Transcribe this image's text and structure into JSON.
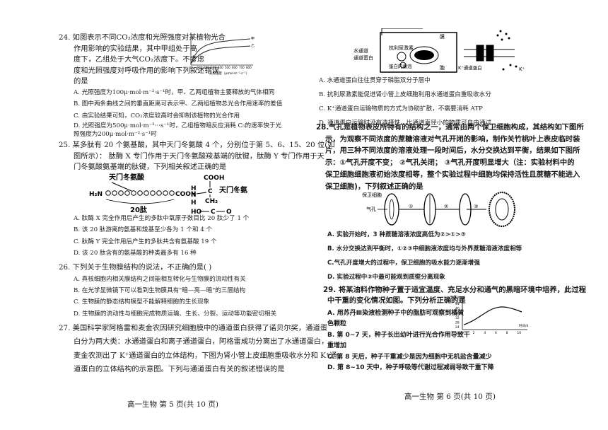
{
  "left": {
    "q24": {
      "lines": [
        "24.  如图表示不同CO₂浓度和光照强度对某植物光合",
        "作用影响的实验结果，其中甲组处于高",
        "度下，乙组处于大气CO₂浓度下。不考虑",
        "度和光照强度对呼吸作用的影响下列叙述错误",
        "的是"
      ],
      "options": [
        "A.  光照强度为100μ·mol·m⁻²·s⁻¹时，甲、乙两组植物主要释放的气体相同",
        "B.  图中两条曲线之间的垂直距离可表示甲、乙两组植物总光合作用速率的差值",
        "C.  由实验结果可知，CO₂浓度较高时会抑制该植物的光合作用",
        "D.  光照强度为500μ·mol·m⁻²···s⁻¹时，乙组植物暗反应消耗 C₅的速率快于光照强度为200μ·mol·m⁻²·s⁻¹时"
      ],
      "graph": {
        "xlabel": "光照强度（μmol·m⁻²·s⁻¹）",
        "ticks": [
          "0",
          "100",
          "200",
          "300",
          "400",
          "500",
          "600",
          "700",
          "800"
        ],
        "curve_labels": [
          "甲",
          "乙"
        ]
      }
    },
    "q25": {
      "lines": [
        "25.  某多肽有 20 个氨基酸，其中天门冬氨酸 4 个，分别位于第 5、6、15、20 位(如",
        "图所示）：  肽酶 X 专门作用于天门冬氨酸羧基端的肽键，肽酶  Y  专门作用于天",
        "门冬氨酸氨基端的肽键，下列相关叙述正确的是"
      ],
      "figure": {
        "peptide_label": "20肽",
        "aa_label_left": "天门冬氨酸",
        "aa_label_right": "天门冬氨酸",
        "n_term": "H₂N",
        "c_term": "COOH",
        "struct": [
          "COOH",
          "H",
          "C",
          "N",
          "H",
          "CH₂",
          "HO",
          "C",
          "O"
        ]
      },
      "options": [
        "A.  肽酶 X 完全作用后产生的多肽中氧原子数目比 20 肽少了 1 个",
        "B.  该 20 肽游离的氨基和羧基至少各为 1 个和 4 个",
        "C.  肽酶 Y 完全作用后产生的多肽共含有氨基酸 19 个",
        "D.  该 20 肽含有的氨基酸的种类最多有  16 种"
      ]
    },
    "q26": {
      "lines": [
        "26.  下列关于生物膜结构的说法，不正确的是(  )"
      ],
      "options": [
        "A.  真核细胞内相关膜结构之间能相互转化与生物膜的流动性有关",
        "B.  在光学显微镜下可以看到生物膜具有\"暗—亮—暗\"的三层结构",
        "C.  生物膜的静态结构模型不能解释细胞的生长现象",
        "D.  生物膜的流动性与细胞完成物质运输、生长、分裂、运动等功能密切相关"
      ]
    },
    "q27": {
      "lines": [
        "27.   美国科学家阿格雷和麦金农因研究细胞膜中的通道蛋白获得了诺贝尔奖，通道蛋",
        "白分为两大类：水通道蛋白和离子通道蛋白，阿格雷成功分离出了水通道蛋白，",
        "麦金农测出了 K⁺通道蛋白的立体结构，下图为肾小管上皮细胞重吸收水分和 K⁺通",
        "道蛋白的立体结构的示意图。下列与通道蛋白有关的叙述错误的是"
      ]
    },
    "footer": "高一生物  第 5 页(共 10 页)"
  },
  "right": {
    "q27_figure": {
      "labels": [
        "水通道",
        "抗利尿激素",
        "蛋白的囊泡",
        "通道蛋白",
        "K⁺通道蛋白",
        "K⁺",
        "膜",
        "胞"
      ]
    },
    "q27_options": [
      "A.  水通道蛋白往往贯穿于磷脂双分子层中",
      "B.  抗利尿激素能促进肾小管上皮细胞利用水通道蛋白重吸收水分",
      "C.  K⁺通道蛋白运输物质的方式为协助扩散，不需要消耗 ATP",
      "D.  通道蛋白运输时没有选择性，比通道直径小的物质可自由通过"
    ],
    "q28": {
      "lines": [
        "28.气孔是植物表皮所特有的结构之一，通常由两个保卫细胞构成，其结构如下图所",
        "示，为观察不同浓度的蔗糖溶液对气孔开闭的影响，制作关竹桃叶上表皮临时装",
        "片，用三种不同浓度的溶液处理一段时间后，水分交换达到平衡，结果如下图所",
        "示：①气孔开度不变；  ②气孔关闭；  ③气孔开度明显增大（注：实验材料中的",
        "保卫细胞细胞液初始浓度相等，整个实验过程中细胞均保持活性且蔗糖不能进入",
        "保卫细胞)，下列叙述正确的是"
      ],
      "figure": {
        "label_guard": "保卫细胞",
        "label_pore": "气孔",
        "nums": [
          "①",
          "②",
          "③"
        ]
      },
      "options": [
        "A.  实验开始时，3  种蔗糖溶液浓度高低为②>①>③",
        "B.  水分交换达到平衡时，①②③中细胞液浓度均与外界蔗糖溶液浓度相等",
        "C.气孔开度增大的过程中，保卫细胞的吸水能力逐渐增强",
        "D.  实验过程中③中最可能观到质壁分离现象"
      ]
    },
    "q29": {
      "lines": [
        "29.   将某油料作物种子置于适宜温度、充足水分和通气的黑暗环境中培养，此过程",
        "中干重的变化情况如图。下列分析正确的是"
      ],
      "options": [
        "A.   用苏丹Ⅲ染液检测种子中的脂肪可观察到橘黄",
        "色颗粒",
        "B.   第 0~7 天，种子长出幼叶进行光合作用导致干",
        "重增加",
        "C.   第 8 天后，种子干重减少是因为细胞中无机盐含量减少",
        "D.   第 8~10 天中，种子呼吸等代谢过程减弱导致干重下降"
      ],
      "graph": {
        "ylabel": "干重(mg)",
        "xlabel": "时间/d",
        "yticks": [
          "44",
          "40",
          "36",
          "32",
          "28",
          "24"
        ],
        "xticks": [
          "0",
          "2",
          "4",
          "6",
          "8",
          "10"
        ],
        "values": [
          26,
          29.5,
          35,
          40,
          41.6,
          40,
          37
        ]
      }
    },
    "footer": "高一生物  第 6 页(共 10 页)"
  }
}
